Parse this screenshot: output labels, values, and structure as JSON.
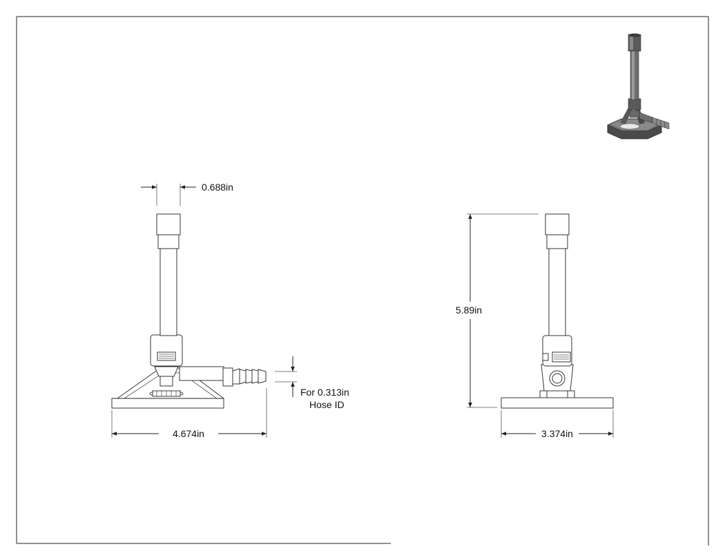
{
  "drawing": {
    "front_view": {
      "tube_diameter_label": "0.688in",
      "base_width_label": "4.674in",
      "hose_label_line1": "For 0.313in",
      "hose_label_line2": "Hose ID"
    },
    "side_view": {
      "height_label": "5.89in",
      "base_width_label": "3.374in"
    }
  },
  "colors": {
    "line": "#222222",
    "iso_body": "#6e6e6e",
    "iso_dark": "#3c3c3c",
    "iso_light": "#a8a8a8"
  }
}
